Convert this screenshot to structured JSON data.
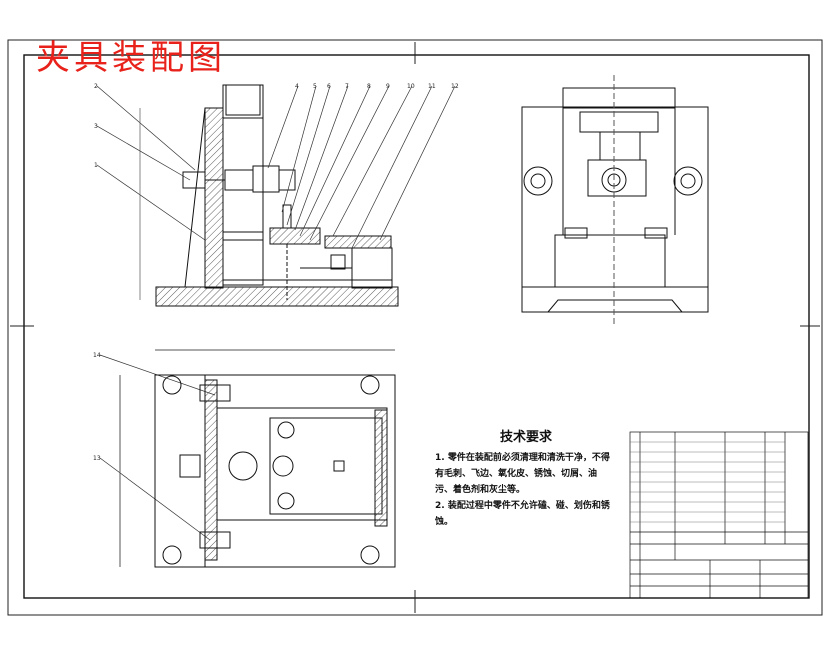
{
  "drawing": {
    "title": "夹具装配图",
    "tech_requirements": {
      "heading": "技术要求",
      "lines": [
        "1. 零件在装配前必须清理和清洗干净，不得",
        "有毛刺、飞边、氧化皮、锈蚀、切屑、油",
        "污、着色剂和灰尘等。",
        "2. 装配过程中零件不允许磕、碰、划伤和锈",
        "蚀。"
      ]
    },
    "callouts": [
      "2",
      "3",
      "1",
      "4",
      "5",
      "6",
      "7",
      "8",
      "9",
      "10",
      "11",
      "12",
      "14",
      "13"
    ],
    "colors": {
      "title": "#e8221b",
      "lines": "#111111",
      "hatch": "#333333"
    }
  }
}
